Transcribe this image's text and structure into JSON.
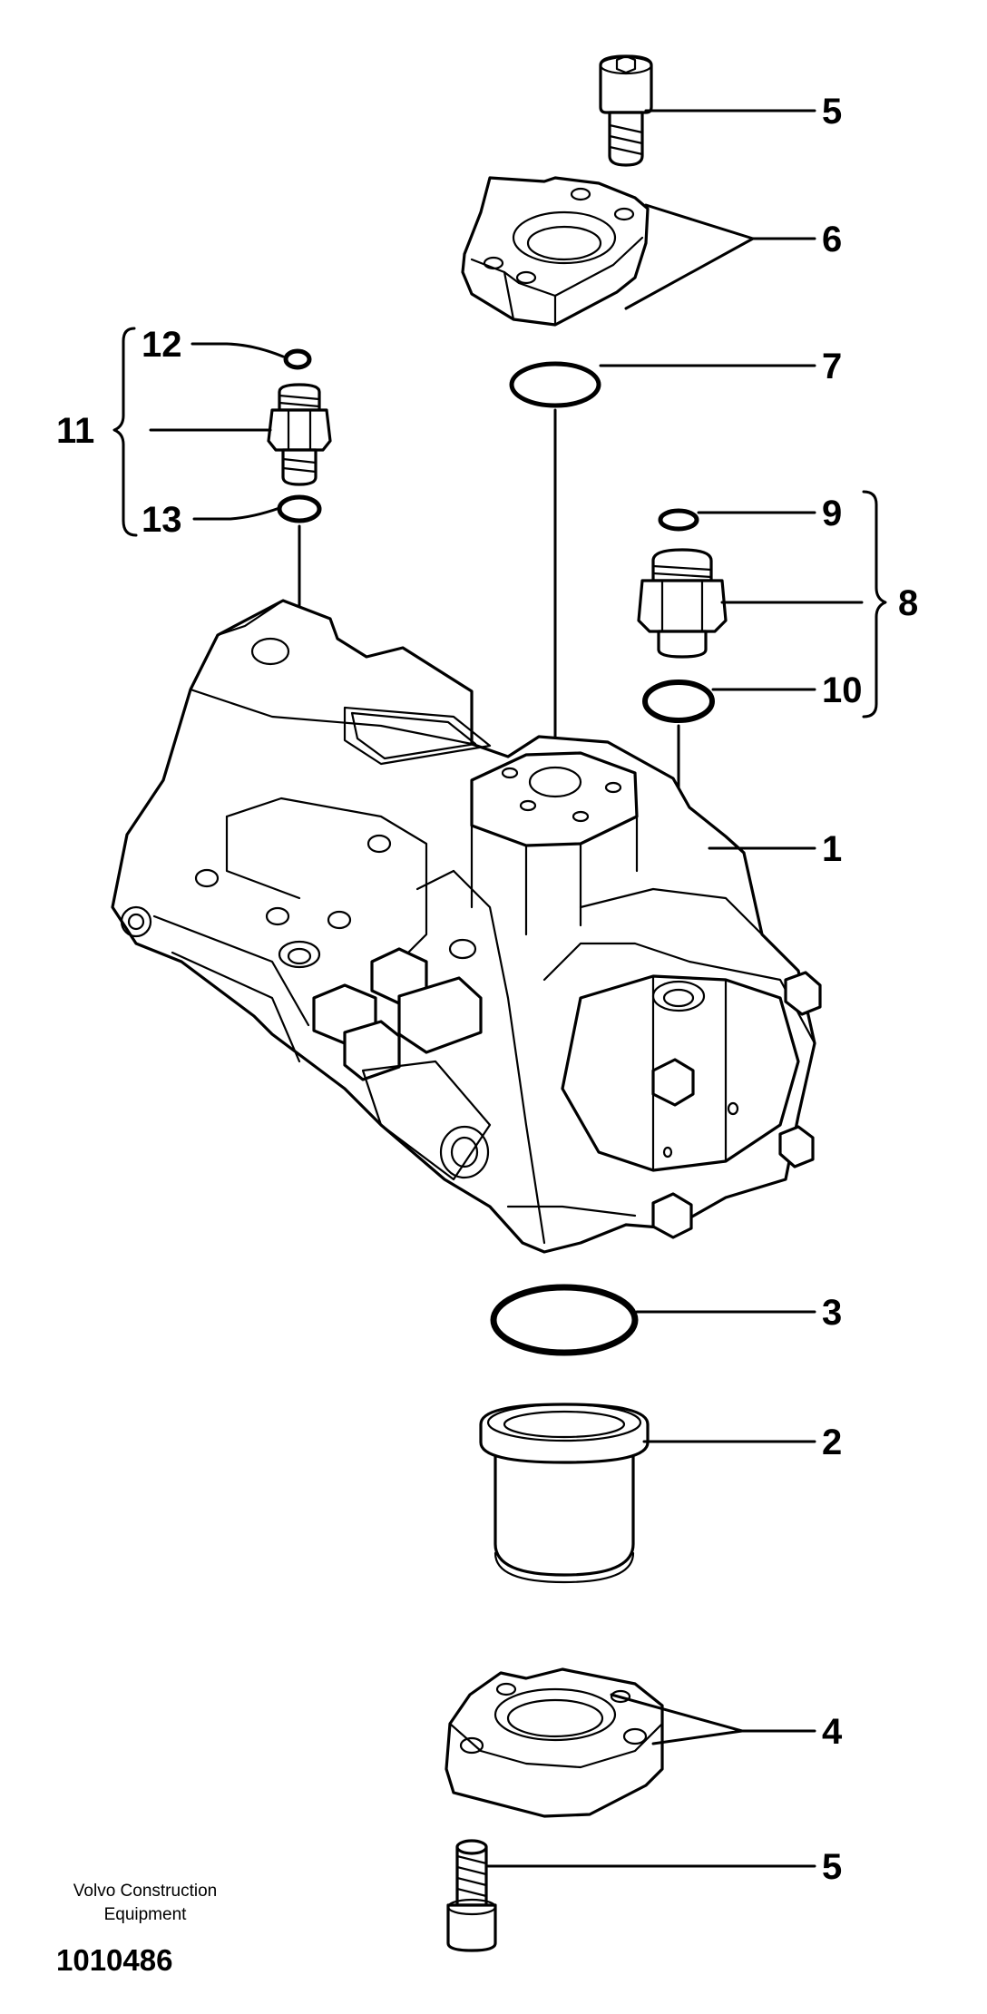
{
  "callouts": {
    "c1": "1",
    "c2": "2",
    "c3": "3",
    "c4": "4",
    "c5_top": "5",
    "c5_bottom": "5",
    "c6": "6",
    "c7": "7",
    "c8": "8",
    "c9": "9",
    "c10": "10",
    "c11": "11",
    "c12": "12",
    "c13": "13"
  },
  "caption": {
    "line1": "Volvo Construction",
    "line2": "Equipment",
    "drawing_number": "1010486"
  }
}
